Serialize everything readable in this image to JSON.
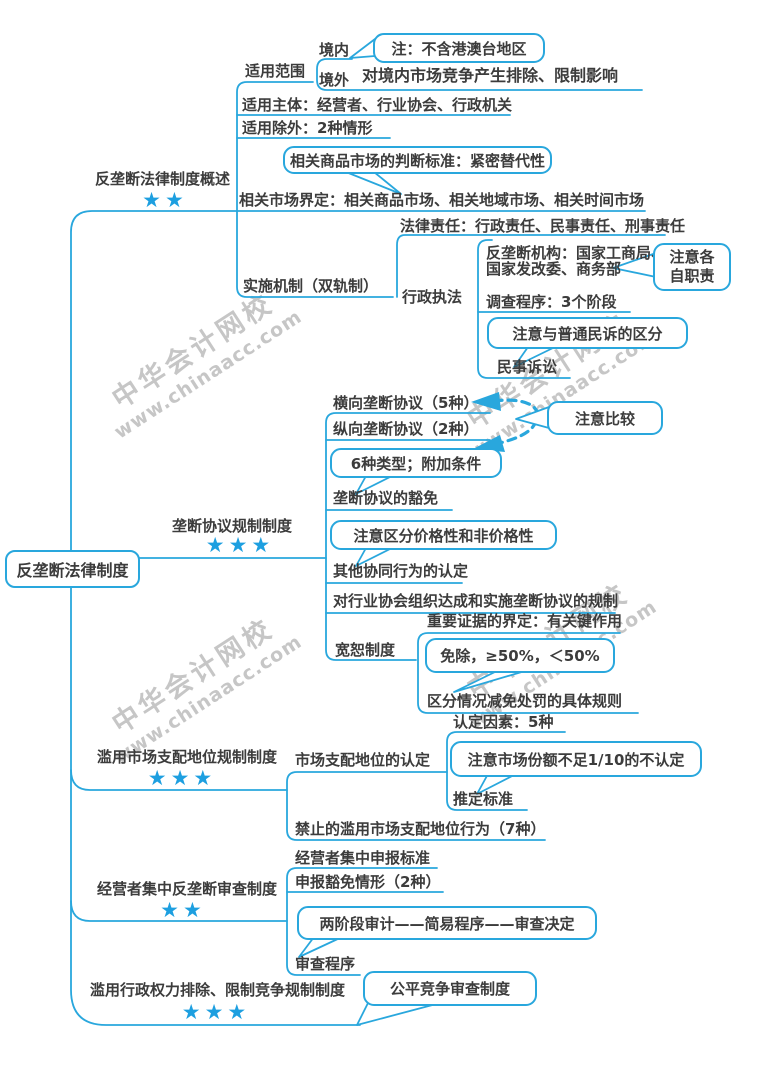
{
  "root_label": "反垄断法律制度",
  "watermark": {
    "name": "中华会计网校",
    "url": "www.chinaacc.com"
  },
  "colors": {
    "line": "#29a7dd",
    "star": "#1d9fe0",
    "text": "#3c3c3c",
    "watermark": "#c6c6c6"
  },
  "overview": {
    "label": "反垄断法律制度概述",
    "stars": "★★",
    "scope": "适用范围",
    "domestic": "境内",
    "note_region": "注：不含港澳台地区",
    "overseas": "境外",
    "overseas_effect": "对境内市场竞争产生排除、限制影响",
    "subject": "适用主体：经营者、行业协会、行政机关",
    "exception": "适用除外：2种情形",
    "market_note": "相关商品市场的判断标准：紧密替代性",
    "market": "相关市场界定：相关商品市场、相关地域市场、相关时间市场",
    "mechanism": "实施机制（双轨制）",
    "liability": "法律责任：行政责任、民事责任、刑事责任",
    "agency_line1": "反垄断机构：国家工商局、",
    "agency_line2": "国家发改委、商务部",
    "duty_note_line1": "注意各",
    "duty_note_line2": "自职责",
    "enforcement": "行政执法",
    "investigation": "调查程序：3个阶段",
    "civil_note": "注意与普通民诉的区分",
    "civil": "民事诉讼"
  },
  "agreement": {
    "label": "垄断协议规制制度",
    "stars": "★★★",
    "horizontal": "横向垄断协议（5种）",
    "vertical": "纵向垄断协议（2种）",
    "compare_note": "注意比较",
    "types_note": "6种类型；附加条件",
    "exemption": "垄断协议的豁免",
    "price_note": "注意区分价格性和非价格性",
    "concerted": "其他协同行为的认定",
    "association": "对行业协会组织达成和实施垄断协议的规制",
    "evidence": "重要证据的界定：有关键作用",
    "leniency": "宽恕制度",
    "exempt_note": "免除，≥50%，＜50%",
    "rules": "区分情况减免处罚的具体规则"
  },
  "dominance": {
    "label": "滥用市场支配地位规制制度",
    "stars": "★★★",
    "determination": "市场支配地位的认定",
    "factors": "认定因素：5种",
    "share_note": "注意市场份额不足1/10的不认定",
    "presumption": "推定标准",
    "prohibited": "禁止的滥用市场支配地位行为（7种）"
  },
  "concentration": {
    "label": "经营者集中反垄断审查制度",
    "stars": "★★",
    "standard": "经营者集中申报标准",
    "exemption": "申报豁免情形（2种）",
    "stages_note": "两阶段审计——简易程序——审查决定",
    "procedure": "审查程序"
  },
  "administrative": {
    "label": "滥用行政权力排除、限制竞争规制制度",
    "stars": "★★★",
    "fair_note": "公平竞争审查制度"
  }
}
